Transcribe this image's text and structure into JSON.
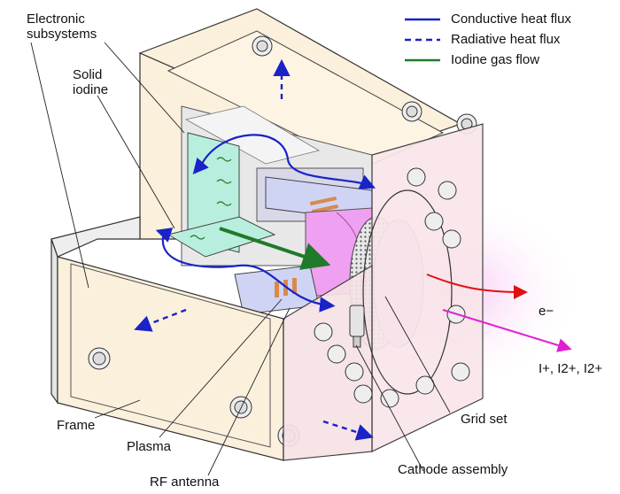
{
  "legend": {
    "conductive": "Conductive heat flux",
    "radiative": "Radiative heat flux",
    "iodine_flow": "Iodine gas flow"
  },
  "labels": {
    "electronic_line1": "Electronic",
    "electronic_line2": "subsystems",
    "solid_line1": "Solid",
    "solid_line2": "iodine",
    "frame": "Frame",
    "plasma": "Plasma",
    "rf_antenna": "RF antenna",
    "grid_set": "Grid set",
    "cathode_assembly": "Cathode assembly",
    "electron": "e−",
    "ions": "I+, I2+, I2+"
  },
  "colors": {
    "conductive": "#1a22c8",
    "radiative": "#1a22c8",
    "iodine_flow": "#1f7a2a",
    "electron_beam": "#e01010",
    "ion_beam": "#e020d0",
    "housing": "#fbf0dc",
    "plasma_chamber": "#f0a0f0",
    "tank": "#b8eedd"
  }
}
